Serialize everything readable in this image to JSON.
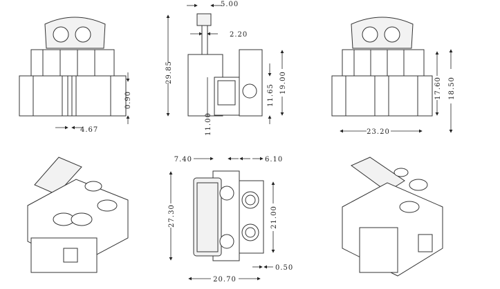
{
  "drawing": {
    "front_view": {
      "dims": {
        "width_pitch": "4.67",
        "offset": "0.90"
      }
    },
    "side_view": {
      "dims": {
        "cap_width": "5.00",
        "stem_width": "2.20",
        "total_height": "29.85",
        "base_height": "11.00",
        "terminal_height": "11.65",
        "body_height": "19.00"
      }
    },
    "rear_view": {
      "dims": {
        "inner_height": "17.60",
        "outer_height": "18.50",
        "width": "23.20"
      }
    },
    "top_view": {
      "dims": {
        "left_width": "7.40",
        "right_width": "6.10",
        "total_depth": "27.30",
        "terminal_depth": "21.00",
        "gap": "0.50",
        "total_width": "20.70"
      }
    }
  }
}
